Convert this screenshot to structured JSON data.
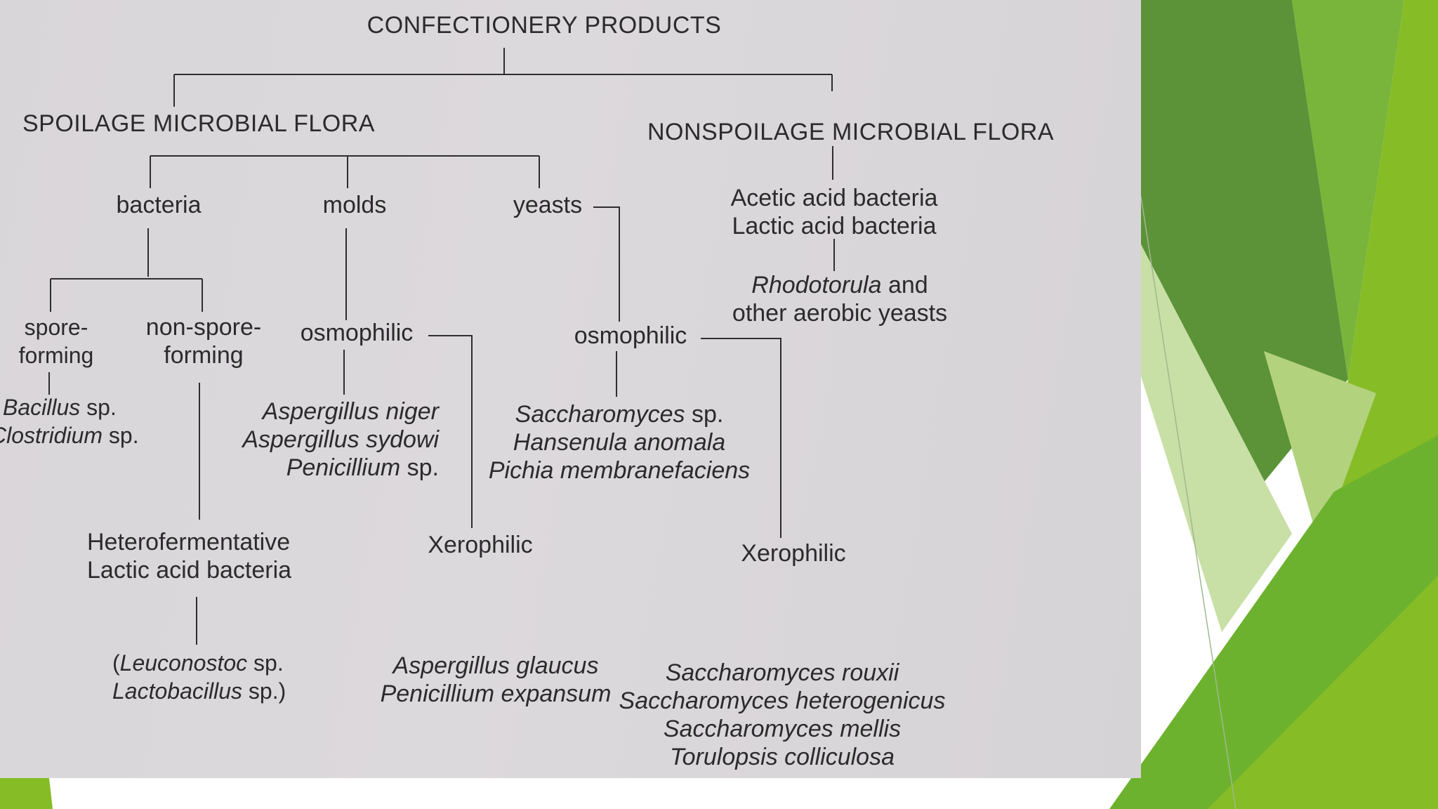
{
  "title": "CONFECTIONERY PRODUCTS",
  "spoilage": {
    "label": "SPOILAGE MICROBIAL FLORA",
    "bacteria": {
      "label": "bacteria",
      "spore_forming": {
        "label_1": "spore-",
        "label_2": "forming",
        "species": [
          {
            "genus": "Bacillus",
            "suffix": " sp."
          },
          {
            "genus": "Clostridium",
            "suffix": " sp."
          }
        ]
      },
      "non_spore_forming": {
        "label_1": "non-spore-",
        "label_2": "forming",
        "group_1": "Heterofermentative",
        "group_2": "Lactic acid bacteria",
        "species": [
          {
            "prefix": "(",
            "genus": "Leuconostoc",
            "suffix": " sp."
          },
          {
            "prefix": "",
            "genus": "Lactobacillus",
            "suffix": " sp.)"
          }
        ]
      }
    },
    "molds": {
      "label": "molds",
      "osmophilic": {
        "label": "osmophilic",
        "species": [
          {
            "genus": "Aspergillus niger",
            "suffix": ""
          },
          {
            "genus": "Aspergillus sydowi",
            "suffix": ""
          },
          {
            "genus": "Penicillium",
            "suffix": " sp."
          }
        ]
      },
      "xerophilic": {
        "label": "Xerophilic",
        "species": [
          "Aspergillus glaucus",
          "Penicillium expansum"
        ]
      }
    },
    "yeasts": {
      "label": "yeasts",
      "osmophilic": {
        "label": "osmophilic",
        "species": [
          {
            "genus": "Saccharomyces",
            "suffix": " sp."
          },
          {
            "genus": "Hansenula anomala",
            "suffix": ""
          },
          {
            "genus": "Pichia membranefaciens",
            "suffix": ""
          }
        ]
      },
      "xerophilic": {
        "label": "Xerophilic",
        "species": [
          "Saccharomyces rouxii",
          "Saccharomyces heterogenicus",
          "Saccharomyces mellis",
          "Torulopsis colliculosa"
        ]
      }
    }
  },
  "nonspoilage": {
    "label": "NONSPOILAGE MICROBIAL FLORA",
    "group_1": "Acetic acid bacteria",
    "group_2": "Lactic acid bacteria",
    "yeasts_genus": "Rhodotorula",
    "yeasts_suffix": " and",
    "yeasts_line_2": "other aerobic yeasts"
  },
  "colors": {
    "paper": "#dad7da",
    "ink": "#2b2b2b",
    "green_dark": "#5a9a3a",
    "green_mid": "#6fae2e",
    "green_light": "#86bc25",
    "green_pale": "#c6dda0"
  }
}
